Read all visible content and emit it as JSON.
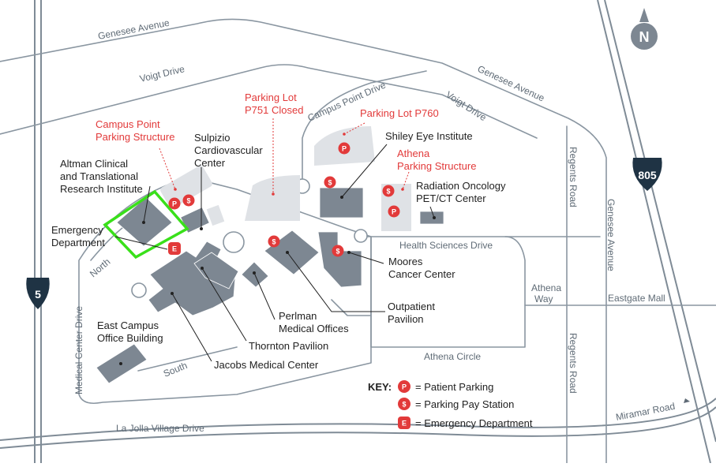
{
  "roads": {
    "genesee_avenue_top": "Genesee Avenue",
    "voigt_drive_top": "Voigt Drive",
    "campus_point_drive": "Campus Point Drive",
    "genesee_avenue_right": "Genesee Avenue",
    "voigt_drive_right": "Voigt Drive",
    "regents_road_upper": "Regents Road",
    "regents_road_lower": "Regents Road",
    "genesee_avenue_vertical": "Genesee Avenue",
    "health_sciences_drive": "Health Sciences Drive",
    "athena_way": "Athena\nWay",
    "eastgate_mall": "Eastgate Mall",
    "athena_circle": "Athena Circle",
    "medical_center_drive": "Medical Center Drive",
    "north": "North",
    "south": "South",
    "la_jolla_village_drive": "La Jolla Village Drive",
    "miramar_road": "Miramar Road"
  },
  "highways": {
    "i5": "5",
    "i805": "805"
  },
  "compass": "N",
  "places": {
    "campus_point_parking": "Campus Point\nParking Structure",
    "parking_lot_p751": "Parking Lot\nP751 Closed",
    "parking_lot_p760": "Parking Lot P760",
    "shiley_eye": "Shiley Eye Institute",
    "athena_parking": "Athena\nParking Structure",
    "radiation_oncology": "Radiation Oncology\nPET/CT Center",
    "sulpizio": "Sulpizio\nCardiovascular\nCenter",
    "altman": "Altman Clinical\nand Translational\nResearch Institute",
    "emergency": "Emergency\nDepartment",
    "moores": "Moores\nCancer Center",
    "outpatient": "Outpatient\nPavilion",
    "perlman": "Perlman\nMedical Offices",
    "thornton": "Thornton Pavilion",
    "jacobs": "Jacobs Medical Center",
    "east_campus": "East Campus\nOffice Building"
  },
  "key": {
    "heading": "KEY:",
    "patient_parking": "= Patient Parking",
    "pay_station": "= Parking Pay Station",
    "emergency": "= Emergency Department",
    "p_letter": "P",
    "s_letter": "$",
    "e_letter": "E"
  },
  "colors": {
    "accent_red": "#e23a3a",
    "building_gray": "#7d8792",
    "highlight_green": "#39e01a",
    "highway_navy": "#1f3344"
  }
}
